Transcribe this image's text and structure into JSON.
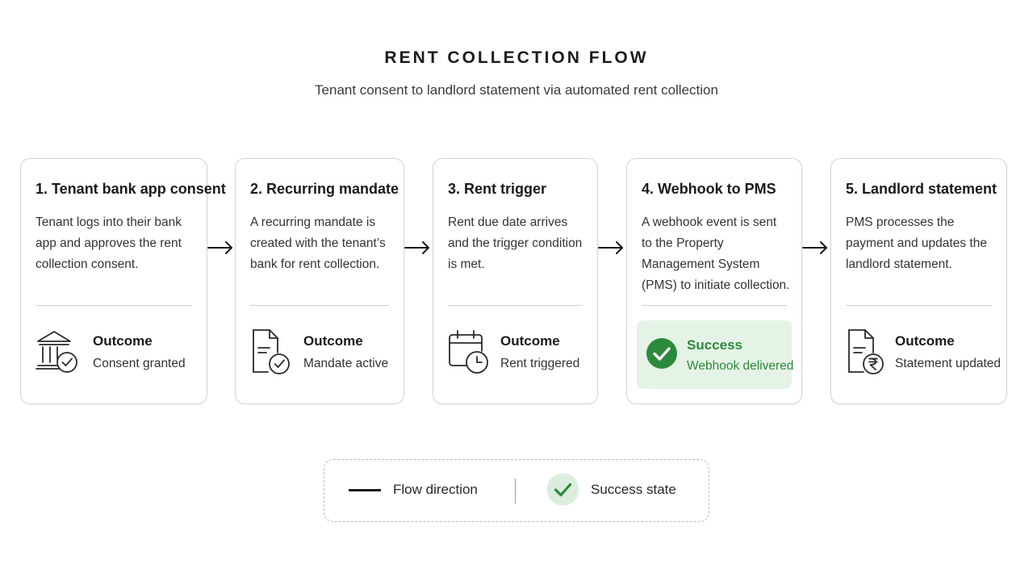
{
  "header": {
    "title": "RENT COLLECTION FLOW",
    "subtitle": "Tenant consent to landlord statement via automated rent collection"
  },
  "steps": [
    {
      "title": "1. Tenant bank app consent",
      "description": "Tenant logs into their bank app and approves the rent collection consent.",
      "outcome_label": "Outcome",
      "outcome_value": "Consent granted",
      "icon": "bank-check-icon"
    },
    {
      "title": "2. Recurring mandate",
      "description": "A recurring mandate is created with the tenant’s bank for rent collection.",
      "outcome_label": "Outcome",
      "outcome_value": "Mandate active",
      "icon": "document-check-icon"
    },
    {
      "title": "3. Rent trigger",
      "description": "Rent due date arrives and the trigger condition is met.",
      "outcome_label": "Outcome",
      "outcome_value": "Rent triggered",
      "icon": "calendar-clock-icon"
    },
    {
      "title": "4. Webhook to PMS",
      "description": "A webhook event is sent to the Property Management System (PMS) to initiate collection.",
      "outcome_label": "Success",
      "outcome_value": "Webhook delivered",
      "icon": "success-check-icon"
    },
    {
      "title": "5. Landlord statement",
      "description": "PMS processes the payment and updates the landlord statement.",
      "outcome_label": "Outcome",
      "outcome_value": "Statement updated",
      "icon": "document-rupee-icon"
    }
  ],
  "legend": {
    "flow_label": "Flow direction",
    "success_label": "Success state"
  },
  "colors": {
    "success_green": "#2c8a3c",
    "success_background": "#e5f3e7",
    "border": "#d4d4d4",
    "text": "#1f1f1f"
  }
}
